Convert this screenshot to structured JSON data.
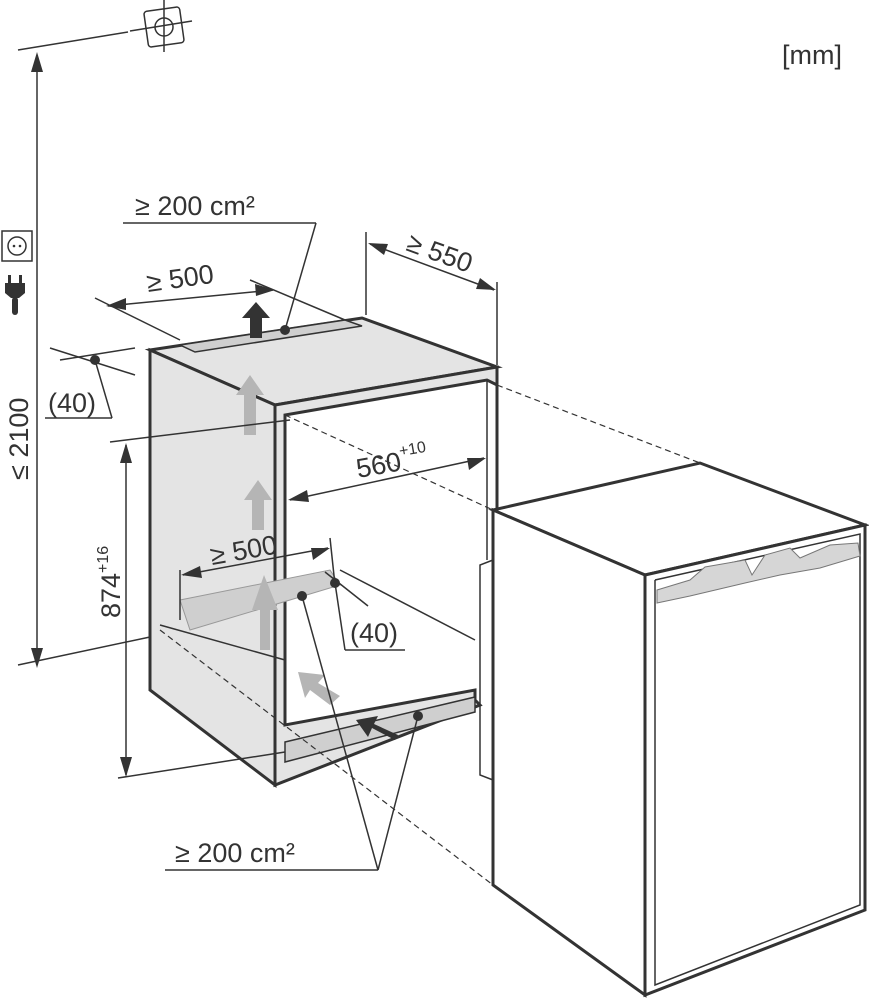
{
  "unit_label": "[mm]",
  "dimensions": {
    "top_vent_area": "≥ 200 cm²",
    "top_depth": "≥ 500",
    "niche_depth": "≥ 550",
    "top_offset": "(40)",
    "total_height": "≤ 2100",
    "niche_height": "874",
    "niche_height_tolerance": "+16",
    "niche_width": "560",
    "niche_width_tolerance": "+10",
    "bottom_depth": "≥ 500",
    "bottom_offset": "(40)",
    "bottom_vent_area": "≥ 200 cm²"
  },
  "icons": [
    "wall-fixing-icon",
    "power-socket-icon",
    "plug-icon",
    "airflow-arrow-icon"
  ],
  "colors": {
    "line": "#333333",
    "niche_fill": "#e4e4e4",
    "vent_fill": "#cfcfcf",
    "airflow": "#b5b5b5"
  }
}
